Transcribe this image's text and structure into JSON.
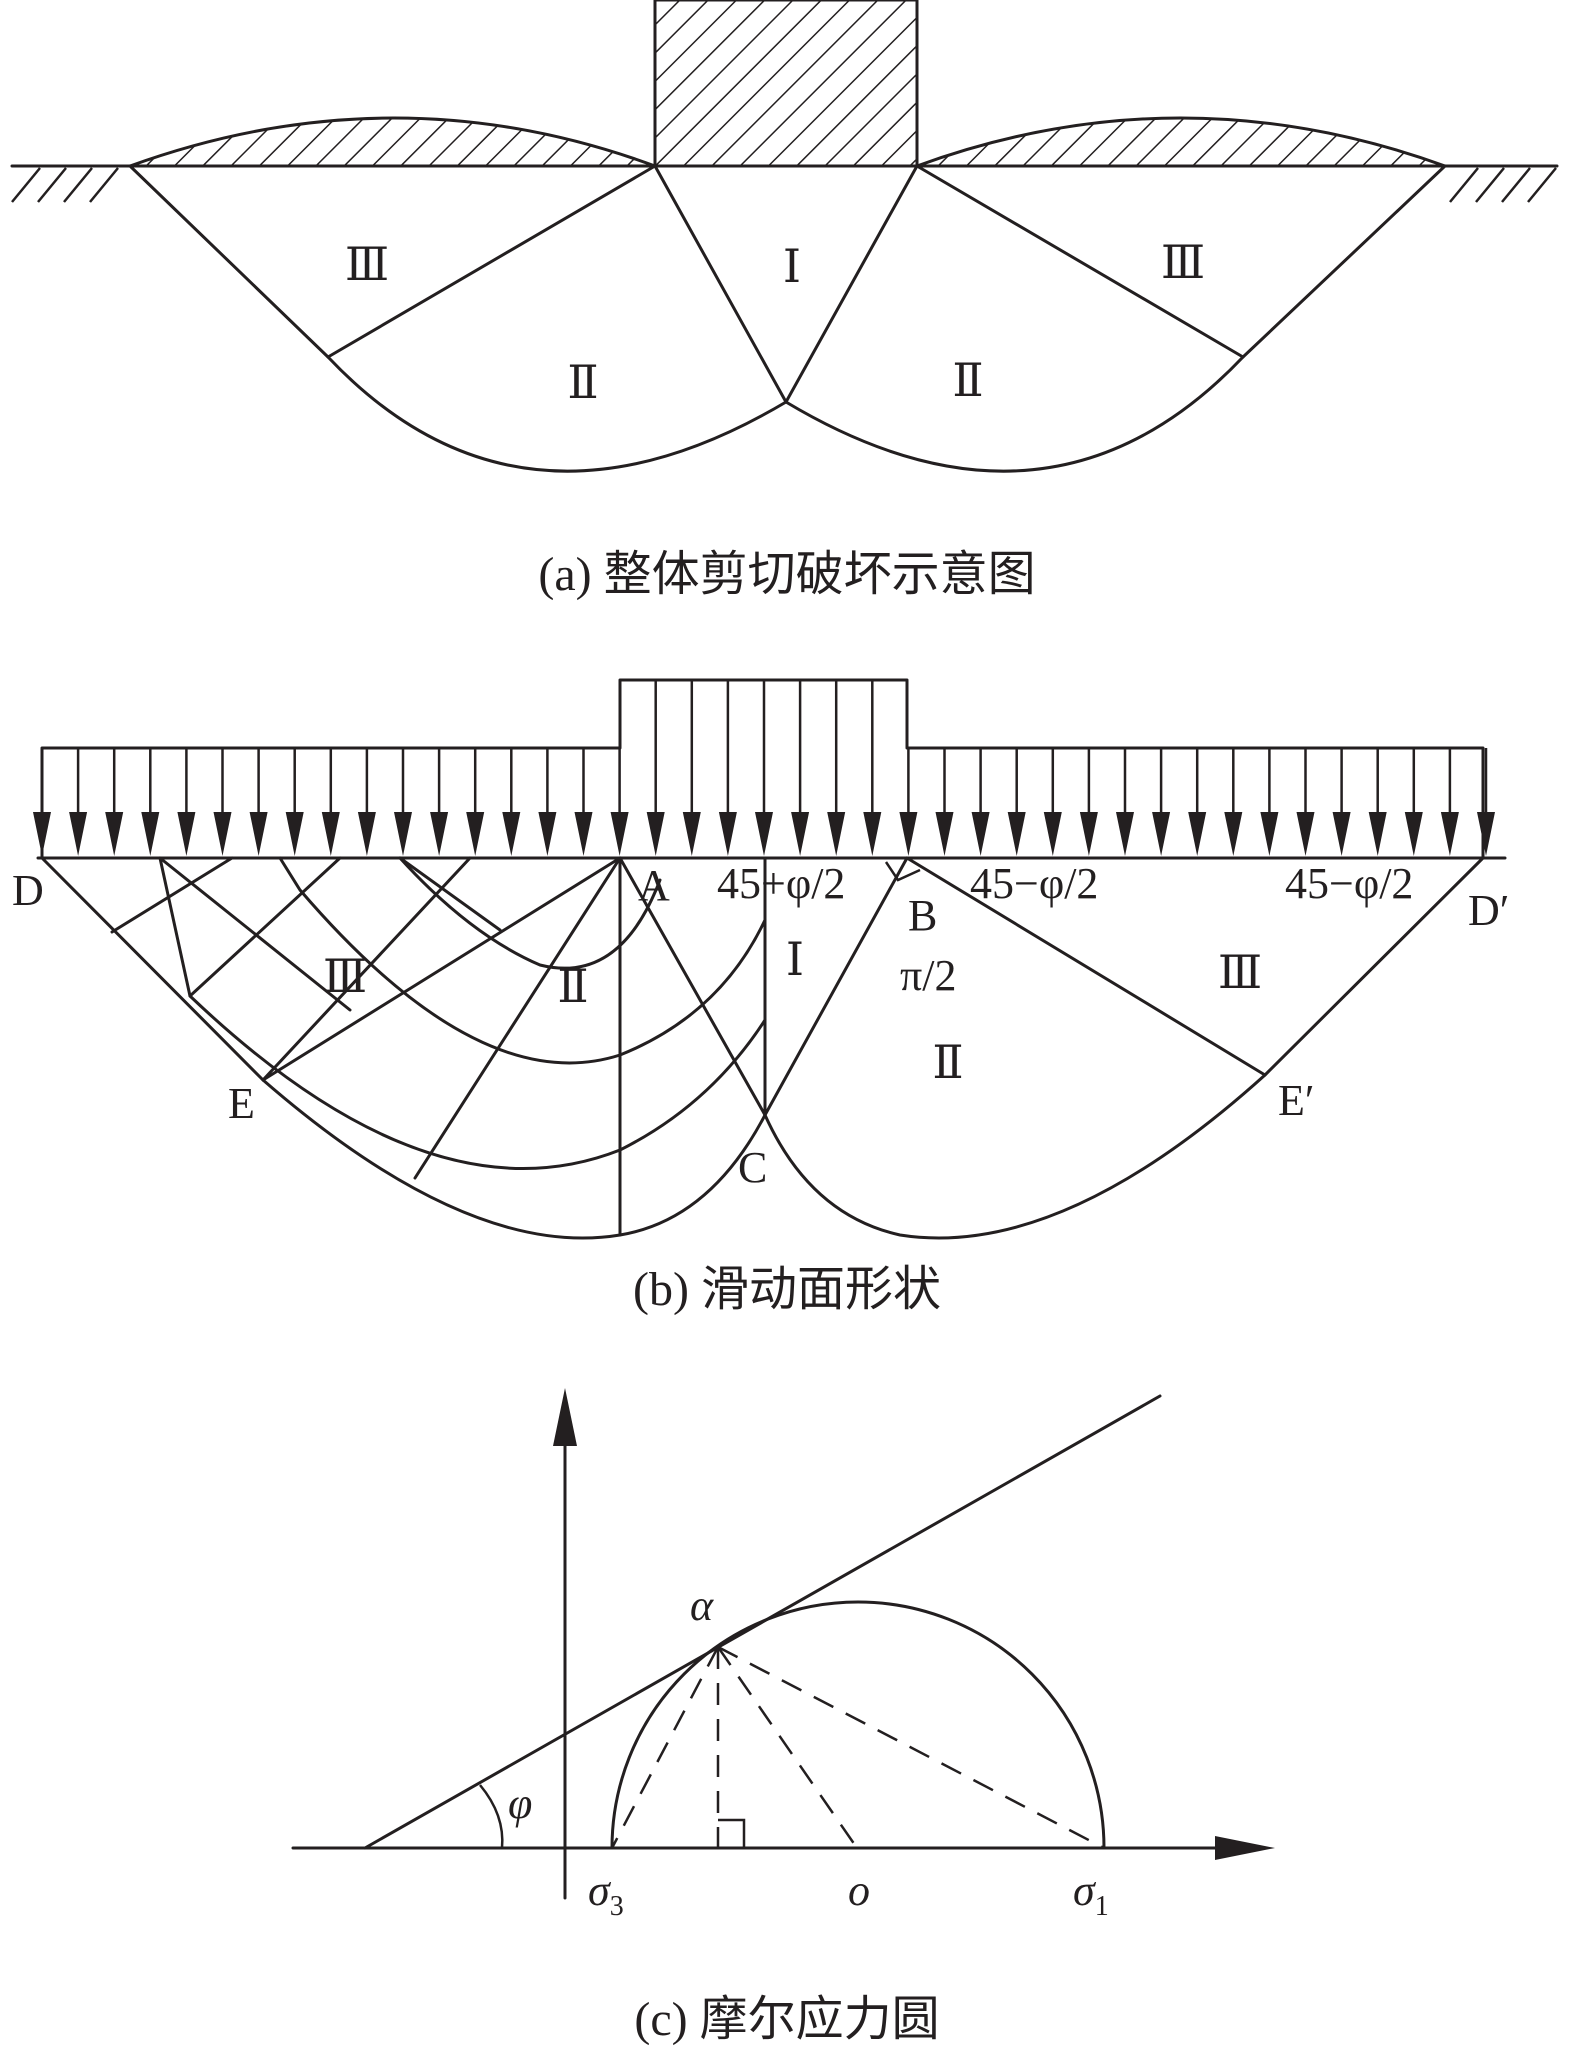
{
  "panel_a": {
    "caption": "(a) 整体剪切破坏示意图",
    "zones": {
      "I": "Ⅰ",
      "II": "Ⅱ",
      "III": "Ⅲ"
    }
  },
  "panel_b": {
    "caption": "(b) 滑动面形状",
    "points": {
      "D": "D",
      "A": "A",
      "B": "B",
      "D_prime": "D′",
      "E": "E",
      "E_prime": "E′",
      "C": "C"
    },
    "angles": {
      "passive": "45+φ/2",
      "active": "45−φ/2",
      "right_angle": "π/2"
    },
    "zones": {
      "I": "Ⅰ",
      "II": "Ⅱ",
      "III": "Ⅲ"
    }
  },
  "panel_c": {
    "caption": "(c) 摩尔应力圆",
    "labels": {
      "alpha": "α",
      "phi": "φ",
      "sigma3": "σ",
      "sigma3_sub": "3",
      "center": "o",
      "sigma1": "σ",
      "sigma1_sub": "1"
    }
  }
}
